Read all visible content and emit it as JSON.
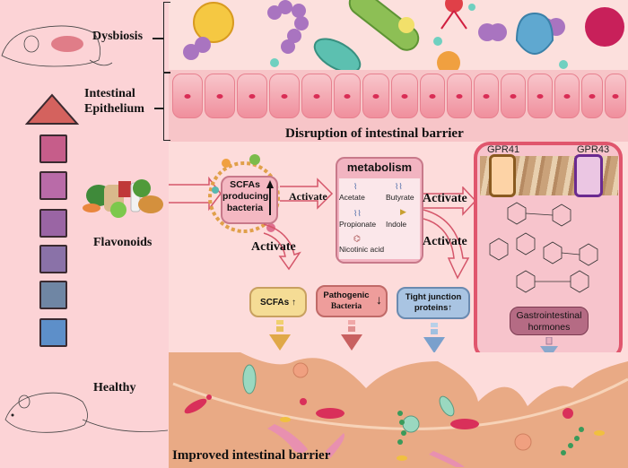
{
  "labels": {
    "dysbiosis": "Dysbiosis",
    "intestinal_epithelium_line1": "Intestinal",
    "intestinal_epithelium_line2": "Epithelium",
    "disruption": "Disruption of  intestinal barrier",
    "flavonoids": "Flavonoids",
    "healthy": "Healthy",
    "improved": "Improved intestinal barrier"
  },
  "flow": {
    "scfa_bacteria_box": {
      "line1": "SCFAs",
      "line2": "producing",
      "line3": "bacteria",
      "trend": "up"
    },
    "activate_labels": [
      "Activate",
      "Activate",
      "Activate",
      "Activate"
    ],
    "metabolism": {
      "title": "metabolism",
      "items": [
        "Acetate",
        "Butyrate",
        "Propionate",
        "Indole",
        "Nicotinic acid"
      ]
    },
    "receptors": [
      "GPR41",
      "GPR43"
    ],
    "hormones_box": {
      "line1": "Gastrointestinal",
      "line2": "hormones"
    },
    "outcomes": [
      {
        "line1": "SCFAs",
        "line2": "",
        "trend": "up",
        "color": "#f5dc95"
      },
      {
        "line1": "Pathogenic",
        "line2": "Bacteria",
        "trend": "down",
        "color": "#ee9d9b"
      },
      {
        "line1": "Tight junction",
        "line2": "proteins",
        "trend": "up",
        "color": "#a9c4e2"
      }
    ]
  },
  "gradient_scale": {
    "arrow_color": "#d4625e",
    "square_colors": [
      "#c65d8a",
      "#b96ba8",
      "#9a65a4",
      "#8a72a8",
      "#6f86a4",
      "#5d8fc9"
    ]
  },
  "colors": {
    "background": "#fcd3d6",
    "epithelium": "#f5aab5",
    "gut_tissue": "#e9aa85",
    "gpr_panel_border": "#e0566d",
    "gpr41_fill": "#fdd3a6",
    "gpr43_fill": "#ebc6e3",
    "hormones_fill": "#b56b84"
  }
}
